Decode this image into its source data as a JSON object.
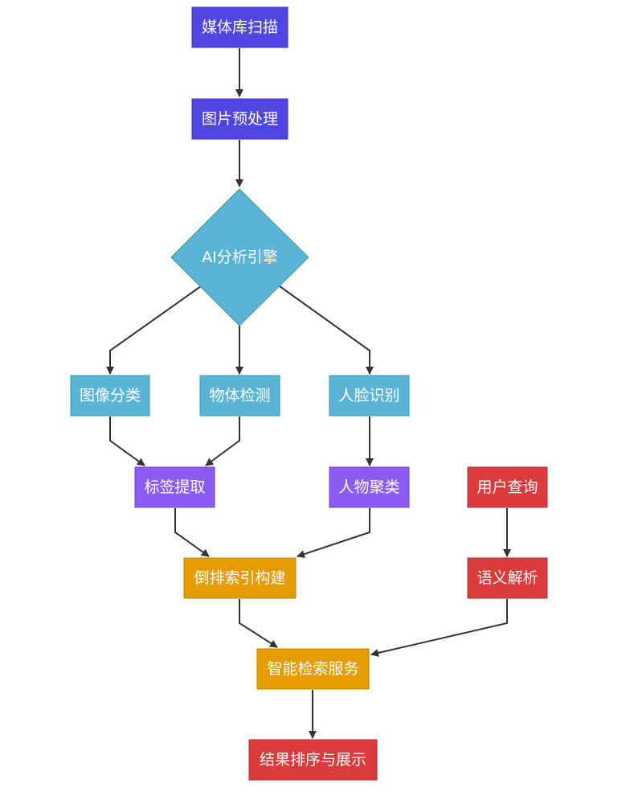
{
  "colors": {
    "blue_indigo": "#5046e4",
    "sky": "#5ab4d6",
    "violet": "#8b5cf6",
    "amber": "#e59c00",
    "red": "#db3b3b",
    "edge": "#333333"
  },
  "nodes": {
    "scan": "媒体库扫描",
    "preprocess": "图片预处理",
    "ai": "AI分析引擎",
    "classify": "图像分类",
    "detect": "物体检测",
    "face": "人脸识别",
    "tags": "标签提取",
    "cluster": "人物聚类",
    "query": "用户查询",
    "index": "倒排索引构建",
    "parse": "语义解析",
    "search": "智能检索服务",
    "result": "结果排序与展示"
  }
}
